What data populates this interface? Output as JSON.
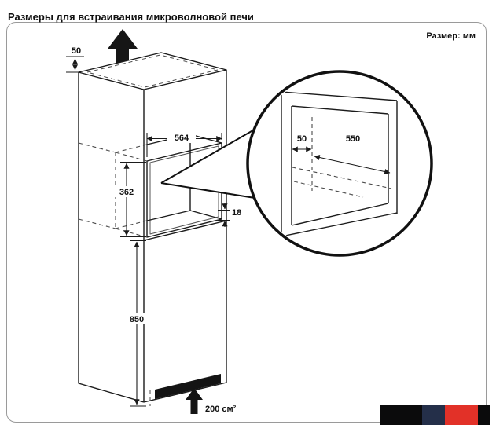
{
  "page": {
    "title": "Размеры для встраивания микроволновой печи"
  },
  "diagram": {
    "unit_label": "Размер: мм",
    "dims": {
      "top_clearance": "50",
      "niche_width": "564",
      "niche_height": "362",
      "recess": "18",
      "lower_height": "850",
      "vent_area": "200 см²"
    },
    "detail": {
      "clearance": "50",
      "width": "550"
    }
  },
  "watermark": {
    "colors": [
      "#0b0b0c",
      "#242f49",
      "#e23128",
      "#0b0b0c"
    ]
  }
}
